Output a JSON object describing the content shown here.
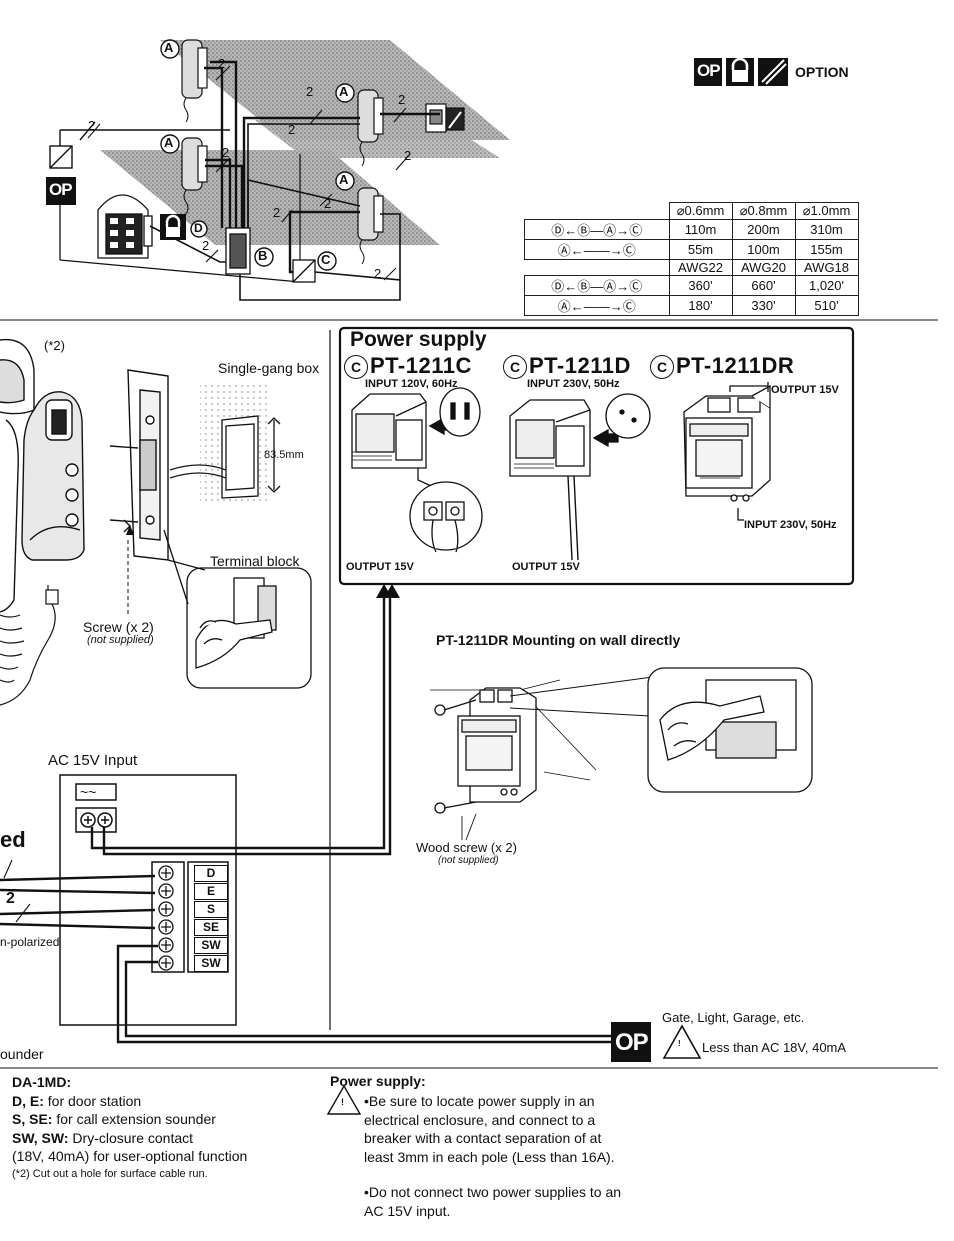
{
  "header": {
    "option_label": "OPTION",
    "op_badge": "OP"
  },
  "wiring_labels": {
    "a": "A",
    "b": "B",
    "c": "C",
    "d": "D",
    "wire_count": "2"
  },
  "cable_table_metric": {
    "headers": [
      "⌀0.6mm",
      "⌀0.8mm",
      "⌀1.0mm"
    ],
    "rows": [
      {
        "route": "Ⓓ←Ⓑ—Ⓐ→Ⓒ",
        "values": [
          "110m",
          "200m",
          "310m"
        ]
      },
      {
        "route": "Ⓐ←——→Ⓒ",
        "values": [
          "55m",
          "100m",
          "155m"
        ]
      }
    ]
  },
  "cable_table_awg": {
    "headers": [
      "AWG22",
      "AWG20",
      "AWG18"
    ],
    "rows": [
      {
        "route": "Ⓓ←Ⓑ—Ⓐ→Ⓒ",
        "values": [
          "360'",
          "660'",
          "1,020'"
        ]
      },
      {
        "route": "Ⓐ←——→Ⓒ",
        "values": [
          "180'",
          "330'",
          "510'"
        ]
      }
    ]
  },
  "install": {
    "note_ref": "(*2)",
    "single_gang_box": "Single-gang box",
    "dimension": "83.5mm",
    "terminal_block": "Terminal block",
    "screw": "Screw (x 2)",
    "screw_note": "(not supplied)",
    "ac_input": "AC 15V Input",
    "heading_fragment": "ed",
    "non_polarized": "n-polarized",
    "sounder": "ounder",
    "wire_count": "2",
    "ac_symbol": "~ ~",
    "terminals": [
      "D",
      "E",
      "S",
      "SE",
      "SW",
      "SW"
    ]
  },
  "power_supply": {
    "title": "Power supply",
    "models": [
      {
        "name": "PT-1211C",
        "input": "INPUT 120V, 60Hz",
        "output": "OUTPUT 15V"
      },
      {
        "name": "PT-1211D",
        "input": "INPUT 230V, 50Hz",
        "output": "OUTPUT 15V"
      },
      {
        "name": "PT-1211DR",
        "input": "INPUT 230V, 50Hz",
        "output": "OUTPUT 15V"
      }
    ],
    "model_prefix": "C"
  },
  "wall_mount": {
    "title": "PT-1211DR Mounting on wall directly",
    "wood_screw": "Wood screw (x 2)",
    "wood_screw_note": "(not supplied)"
  },
  "option_output": {
    "op_badge": "OP",
    "desc": "Gate, Light, Garage, etc.",
    "limit": "Less than AC 18V, 40mA"
  },
  "legend": {
    "title": "DA-1MD:",
    "lines": [
      {
        "bold": "D, E:",
        "text": " for door station"
      },
      {
        "bold": "S, SE:",
        "text": " for call extension sounder"
      },
      {
        "bold": "SW, SW:",
        "text": " Dry-closure contact"
      },
      {
        "bold": "",
        "text": "(18V, 40mA) for user-optional function"
      }
    ],
    "footnote": "(*2)  Cut out a hole for surface cable run."
  },
  "power_notes": {
    "title": "Power supply:",
    "note1": "•Be sure to locate power supply in an electrical enclosure, and connect to a breaker with a contact separation of at least 3mm in each pole (Less than 16A).",
    "note2": "•Do not connect two power supplies to an AC 15V input."
  }
}
